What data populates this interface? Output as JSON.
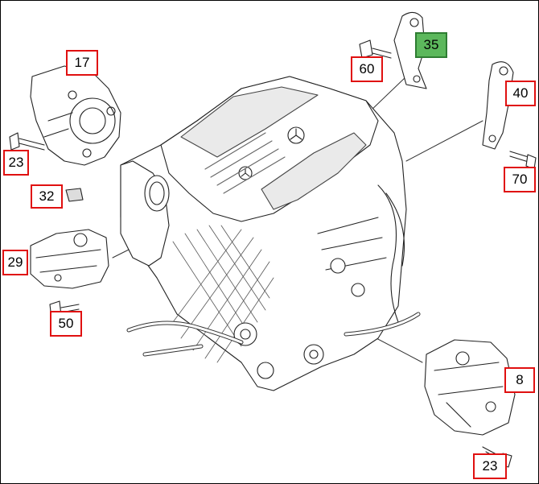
{
  "diagram": {
    "accent_color": "#e01010",
    "highlight_color": "#5cb85c",
    "callouts": [
      {
        "id": "c17",
        "label": "17",
        "highlighted": false
      },
      {
        "id": "c35",
        "label": "35",
        "highlighted": true
      },
      {
        "id": "c60",
        "label": "60",
        "highlighted": false
      },
      {
        "id": "c40",
        "label": "40",
        "highlighted": false
      },
      {
        "id": "c23a",
        "label": "23",
        "highlighted": false
      },
      {
        "id": "c32",
        "label": "32",
        "highlighted": false
      },
      {
        "id": "c70",
        "label": "70",
        "highlighted": false
      },
      {
        "id": "c29",
        "label": "29",
        "highlighted": false
      },
      {
        "id": "c50",
        "label": "50",
        "highlighted": false
      },
      {
        "id": "c8",
        "label": "8",
        "highlighted": false
      },
      {
        "id": "c23b",
        "label": "23",
        "highlighted": false
      }
    ]
  }
}
